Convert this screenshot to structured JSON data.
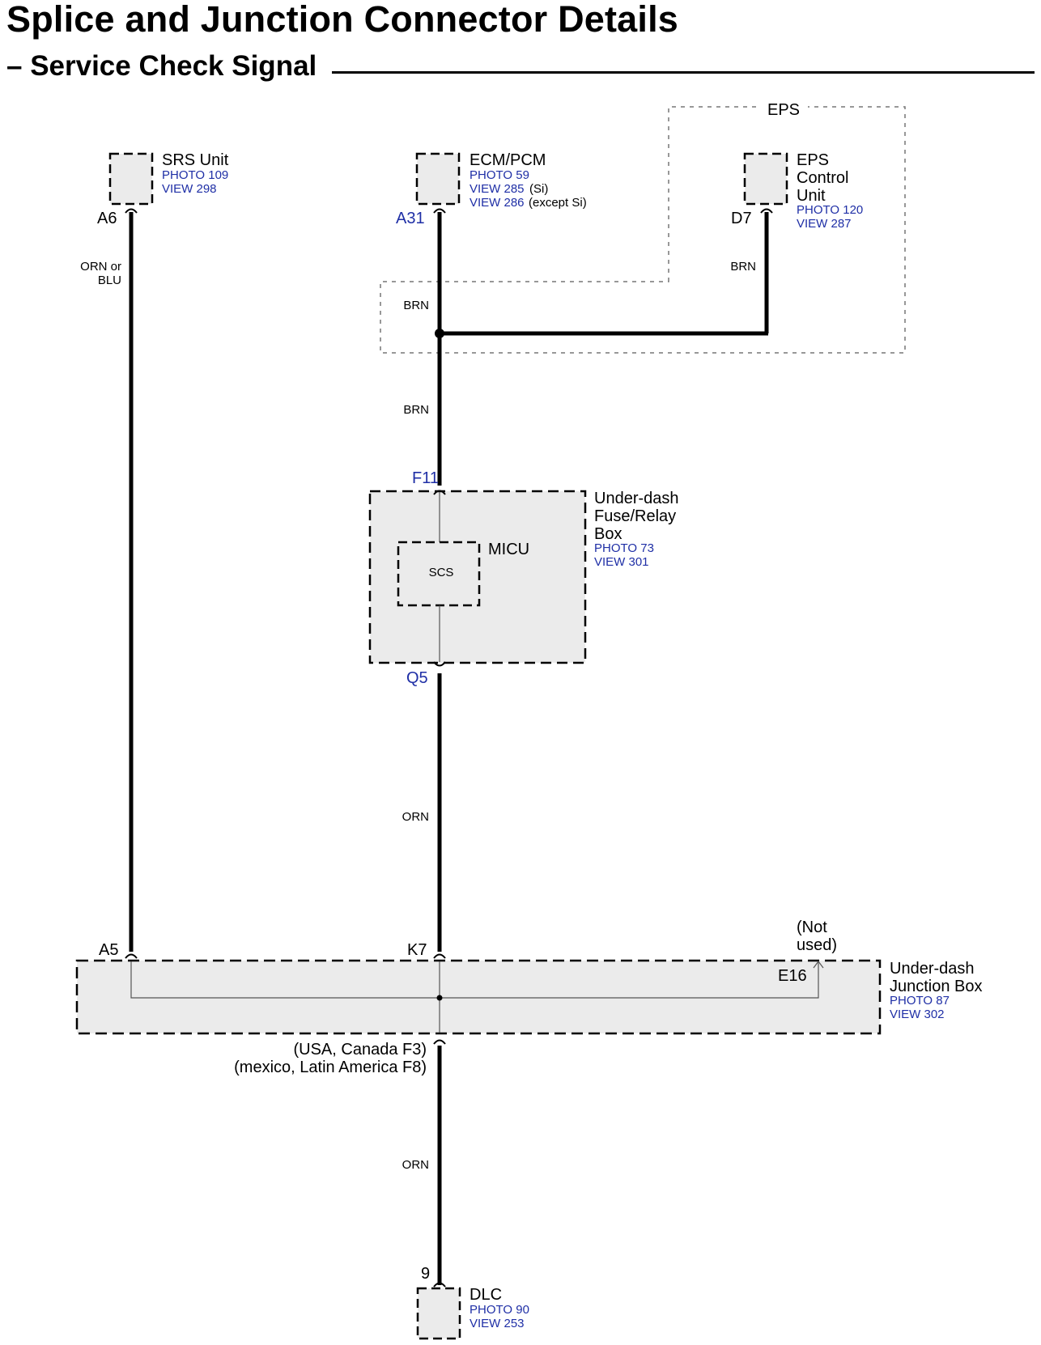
{
  "title": "Splice and Junction Connector Details",
  "subtitle": "– Service Check Signal",
  "eps_group_label": "EPS",
  "components": {
    "srs": {
      "name": "SRS Unit",
      "photo": "PHOTO 109",
      "view": "VIEW 298",
      "pin": "A6"
    },
    "ecm": {
      "name": "ECM/PCM",
      "photo": "PHOTO 59",
      "view1": "VIEW 285",
      "view1_note": "(Si)",
      "view2": "VIEW 286",
      "view2_note": "(except Si)",
      "pin": "A31"
    },
    "eps": {
      "name_line1": "EPS",
      "name_line2": "Control",
      "name_line3": "Unit",
      "photo": "PHOTO 120",
      "view": "VIEW 287",
      "pin": "D7"
    },
    "fuse_box": {
      "name_line1": "Under-dash",
      "name_line2": "Fuse/Relay",
      "name_line3": "Box",
      "photo": "PHOTO 73",
      "view": "VIEW 301",
      "pin_top": "F11",
      "pin_bottom": "Q5",
      "inner_label": "MICU",
      "inner_box": "SCS"
    },
    "junction_box": {
      "name_line1": "Under-dash",
      "name_line2": "Junction Box",
      "photo": "PHOTO 87",
      "view": "VIEW 302",
      "pin_left": "A5",
      "pin_mid": "K7",
      "pin_right": "E16",
      "not_used_line1": "(Not",
      "not_used_line2": "used)",
      "bottom_note_line1": "(USA, Canada F3)",
      "bottom_note_line2": "(mexico, Latin America F8)"
    },
    "dlc": {
      "name": "DLC",
      "photo": "PHOTO 90",
      "view": "VIEW 253",
      "pin": "9"
    }
  },
  "wires": {
    "srs_line1": "ORN or",
    "srs_line2": "BLU",
    "ecm_upper": "BRN",
    "eps": "BRN",
    "ecm_lower": "BRN",
    "fuse_to_junction": "ORN",
    "junction_to_dlc": "ORN"
  },
  "colors": {
    "reference_blue": "#1f2fa6",
    "box_fill": "#ebebeb"
  }
}
